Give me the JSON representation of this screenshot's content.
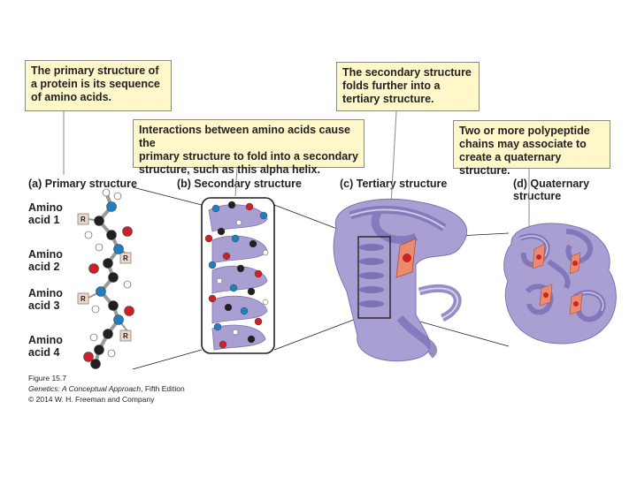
{
  "callouts": {
    "primary": "The primary structure of\na protein is its sequence\nof amino acids.",
    "secondary_interactions": "Interactions between amino acids cause the\nprimary structure to fold into a secondary\nstructure, such as this alpha helix.",
    "tertiary": "The secondary structure\nfolds further into a\ntertiary structure.",
    "quaternary": "Two or more polypeptide\nchains may associate to\ncreate a quaternary structure."
  },
  "headings": {
    "a": "(a)  Primary structure",
    "b": "(b)  Secondary structure",
    "c": "(c)  Tertiary structure",
    "d": "(d)  Quaternary\n       structure"
  },
  "amino_acids": [
    {
      "label": "Amino\nacid 1"
    },
    {
      "label": "Amino\nacid 2"
    },
    {
      "label": "Amino\nacid 3"
    },
    {
      "label": "Amino\nacid 4"
    }
  ],
  "r_group_label": "R",
  "caption": {
    "figure": "Figure 15.7",
    "book_title": "Genetics: A Conceptual Approach",
    "edition": ", Fifth Edition",
    "copyright": "© 2014 W. H. Freeman and Company"
  },
  "colors": {
    "callout_fill": "#fdf7c9",
    "protein_purple": "#a99fd3",
    "protein_dark": "#7d71b8",
    "atom_blue": "#1f7fc1",
    "atom_red": "#d02027",
    "atom_black": "#231f20",
    "r_box": "#ecd9cc"
  }
}
